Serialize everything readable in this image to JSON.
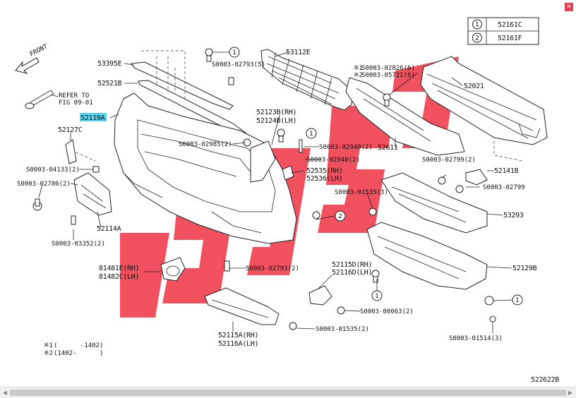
{
  "legend": {
    "rows": [
      {
        "marker": "1",
        "part": "52161C"
      },
      {
        "marker": "2",
        "part": "52161F"
      }
    ]
  },
  "notes": [
    {
      "mark": "※1",
      "text": "(      -1402)"
    },
    {
      "mark": "※2",
      "text": "(1402-      )"
    }
  ],
  "diagram_id": "522622B",
  "front_label": "FRONT",
  "refer_text": [
    "REFER TO",
    "FIG 09-01"
  ],
  "labels": {
    "p53395E": "53395E",
    "p53112E": "53112E",
    "p52521B": "52521B",
    "p52119A": "52119A",
    "p52127C": "52127C",
    "s0279_5": "S0003-02793(5)",
    "p52123B": "52123B(RH)",
    "p52124B": "52124B(LH)",
    "s02826": "S0003-02826(6)",
    "s05721": "S0003-05721(6)",
    "mark1": "※1",
    "mark2": "※2",
    "p52021": "52021",
    "s02985": "S0003-02985(2)",
    "s02940a": "S0003-02940(2)",
    "s02940b": "S0003-02940(2)",
    "p52611": "52611",
    "s04133": "S0003-04133(2)",
    "s02786": "S0003-02786(2)",
    "p52535": "52535(RH)",
    "p52536": "52536(LH)",
    "s02799a": "S0003-02799(2)",
    "p52141B": "52141B",
    "s02799b": "S0003-02799",
    "s01535a": "S0003-01535(3)",
    "p53293": "53293",
    "p52114A": "52114A",
    "s03352": "S0003-03352(2)",
    "p81481E": "81481E(RH)",
    "p81482C": "81482C(LH)",
    "s02793b": "S0003-02793(2)",
    "p52115D": "52115D(RH)",
    "p52116D": "52116D(LH)",
    "p52129B": "52129B",
    "s00063": "S0003-00063(2)",
    "s01535b": "S0003-01535(2)",
    "p52115A": "52115A(RH)",
    "p52116A": "52116A(LH)",
    "s01514": "S0003-01514(3)"
  },
  "callouts": {
    "c1": "1",
    "c2": "2"
  },
  "watermark_text": "USJZ",
  "colors": {
    "watermark": "#ee2b3a",
    "highlight": "#5ad2ea"
  }
}
